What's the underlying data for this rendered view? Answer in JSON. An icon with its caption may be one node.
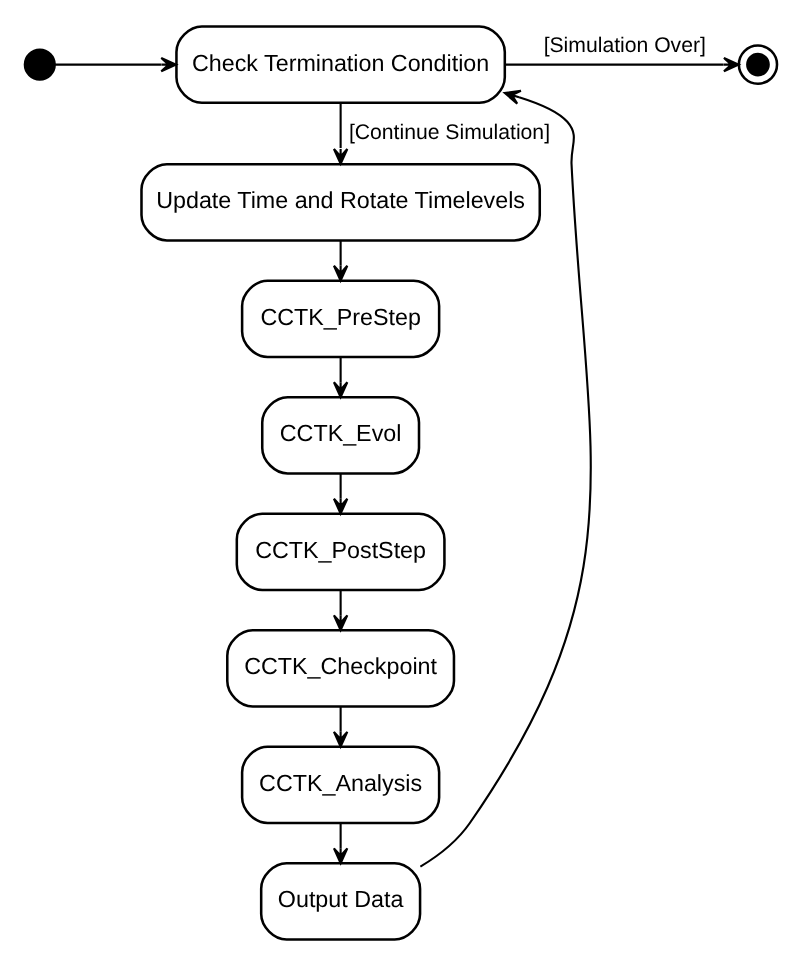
{
  "diagram": {
    "nodes": [
      {
        "text": [],
        "shape": "circle"
      },
      {
        "text": [
          "Check Termination Condition"
        ]
      },
      {
        "text": [],
        "shape": "circle"
      },
      {
        "text": [
          "Update Time and Rotate Timelevels"
        ]
      },
      {
        "text": [
          "CCTK_PreStep"
        ]
      },
      {
        "text": [
          "CCTK_Evol"
        ]
      },
      {
        "text": [
          "CCTK_PostStep"
        ]
      },
      {
        "text": [
          "CCTK_Checkpoint"
        ]
      },
      {
        "text": [
          "CCTK_Analysis"
        ]
      },
      {
        "text": [
          "Output Data"
        ]
      }
    ],
    "edges": [
      {
        "from": 0,
        "to": 1,
        "arrow": "to"
      },
      {
        "from": 1,
        "to": 2,
        "arrow": "to",
        "label": "[Simulation Over]"
      },
      {
        "from": 1,
        "to": 3,
        "arrow": "to",
        "label": "[Continue Simulation]"
      },
      {
        "from": 3,
        "to": 4,
        "arrow": "to"
      },
      {
        "from": 4,
        "to": 5,
        "arrow": "to"
      },
      {
        "from": 5,
        "to": 6,
        "arrow": "to"
      },
      {
        "from": 6,
        "to": 7,
        "arrow": "to"
      },
      {
        "from": 7,
        "to": 8,
        "arrow": "to"
      },
      {
        "from": 8,
        "to": 9,
        "arrow": "to"
      },
      {
        "from": 9,
        "to": 1,
        "arrow": "to"
      }
    ]
  }
}
